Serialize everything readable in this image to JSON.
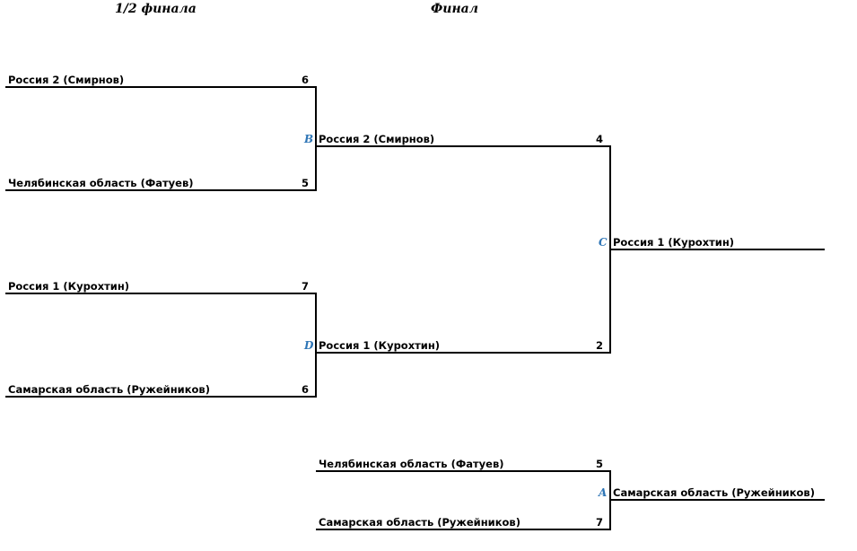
{
  "headers": {
    "semifinal": "1/2 финала",
    "final": "Финал"
  },
  "semifinals": [
    {
      "id": "B",
      "top": {
        "team": "Россия 2 (Смирнов)",
        "score": "6"
      },
      "bottom": {
        "team": "Челябинская область (Фатуев)",
        "score": "5"
      },
      "winner": "Россия 2 (Смирнов)"
    },
    {
      "id": "D",
      "top": {
        "team": "Россия 1 (Курохтин)",
        "score": "7"
      },
      "bottom": {
        "team": "Самарская область (Ружейников)",
        "score": "6"
      },
      "winner": "Россия 1 (Курохтин)"
    }
  ],
  "final": {
    "id": "C",
    "top_score": "4",
    "bottom_score": "2",
    "winner": "Россия 1 (Курохтин)"
  },
  "third_place": {
    "id": "A",
    "top": {
      "team": "Челябинская область (Фатуев)",
      "score": "5"
    },
    "bottom": {
      "team": "Самарская область (Ружейников)",
      "score": "7"
    },
    "winner": "Самарская область (Ружейников)"
  },
  "colors": {
    "match_id": "#2e75b6",
    "line": "#000000"
  }
}
